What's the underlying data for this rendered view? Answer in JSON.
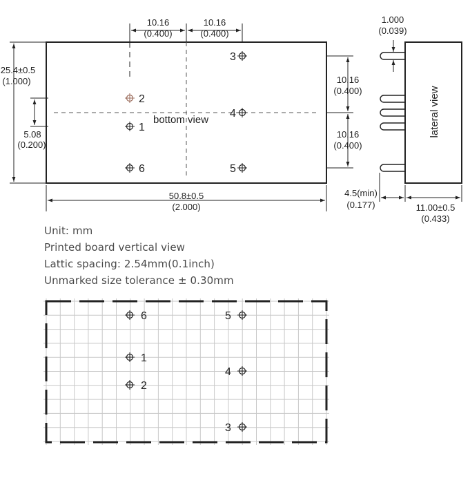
{
  "bottom_view": {
    "label": "bottom view",
    "dims": {
      "top_left_mm": "10.16",
      "top_left_in": "(0.400)",
      "top_right_mm": "10.16",
      "top_right_in": "(0.400)",
      "height_mm": "25.4±0.5",
      "height_in": "(1.000)",
      "pin_gap_mm": "5.08",
      "pin_gap_in": "(0.200)",
      "right_upper_mm": "10.16",
      "right_upper_in": "(0.400)",
      "right_lower_mm": "10.16",
      "right_lower_in": "(0.400)",
      "width_mm": "50.8±0.5",
      "width_in": "(2.000)"
    },
    "pins": [
      {
        "id": "pin-3",
        "label": "3"
      },
      {
        "id": "pin-2",
        "label": "2"
      },
      {
        "id": "pin-4",
        "label": "4"
      },
      {
        "id": "pin-1",
        "label": "1"
      },
      {
        "id": "pin-6",
        "label": "6"
      },
      {
        "id": "pin-5",
        "label": "5"
      }
    ]
  },
  "lateral_view": {
    "label": "lateral view",
    "dims": {
      "pin_dia_mm": "1.000",
      "pin_dia_in": "(0.039)",
      "pin_len_mm": "4.5(min)",
      "pin_len_in": "(0.177)",
      "depth_mm": "11.00±0.5",
      "depth_in": "(0.433)"
    }
  },
  "notes": [
    "Unit: mm",
    "Printed board vertical view",
    "Lattic spacing: 2.54mm(0.1inch)",
    "Unmarked size tolerance ± 0.30mm"
  ],
  "pcb_view": {
    "pins": [
      {
        "id": "pcb-pin-6",
        "label": "6"
      },
      {
        "id": "pcb-pin-5",
        "label": "5"
      },
      {
        "id": "pcb-pin-1",
        "label": "1"
      },
      {
        "id": "pcb-pin-2",
        "label": "2"
      },
      {
        "id": "pcb-pin-4",
        "label": "4"
      },
      {
        "id": "pcb-pin-3",
        "label": "3"
      }
    ]
  },
  "colors": {
    "line": "#222222",
    "grid": "#c8c8c8",
    "pin_highlight": "#9a6a5a"
  }
}
